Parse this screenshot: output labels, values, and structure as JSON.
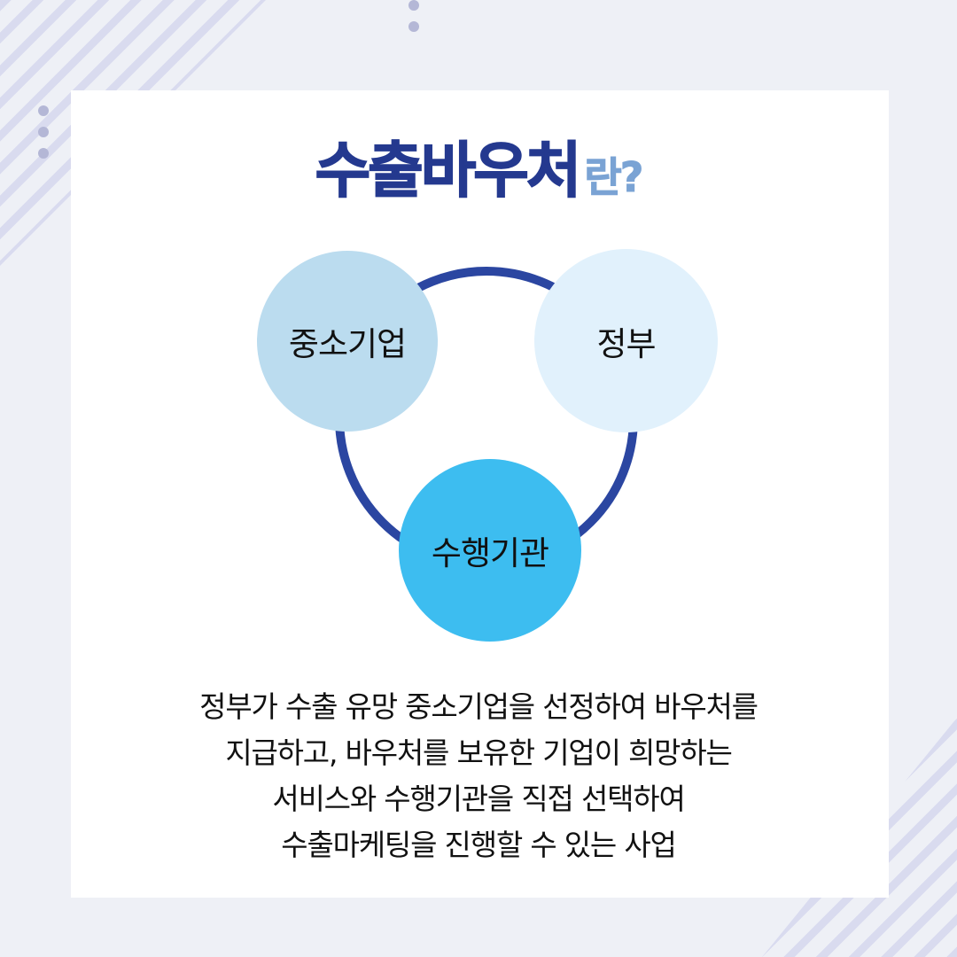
{
  "title": {
    "main": "수출바우처",
    "suffix": "란?"
  },
  "diagram": {
    "nodes": [
      {
        "id": "sme",
        "label": "중소기업",
        "color": "#bbdcef"
      },
      {
        "id": "government",
        "label": "정부",
        "color": "#e1f1fc"
      },
      {
        "id": "agency",
        "label": "수행기관",
        "color": "#3dbdf0"
      }
    ],
    "ring_color": "#2b46a1"
  },
  "description": {
    "lines": [
      "정부가 수출 유망 중소기업을 선정하여 바우처를",
      "지급하고, 바우처를 보유한 기업이 희망하는",
      "서비스와 수행기관을 직접 선택하여",
      "수출마케팅을 진행할 수 있는 사업"
    ]
  },
  "colors": {
    "background": "#eef0f6",
    "card": "#ffffff",
    "title_main": "#24398f",
    "title_suffix": "#7aa3d4"
  }
}
